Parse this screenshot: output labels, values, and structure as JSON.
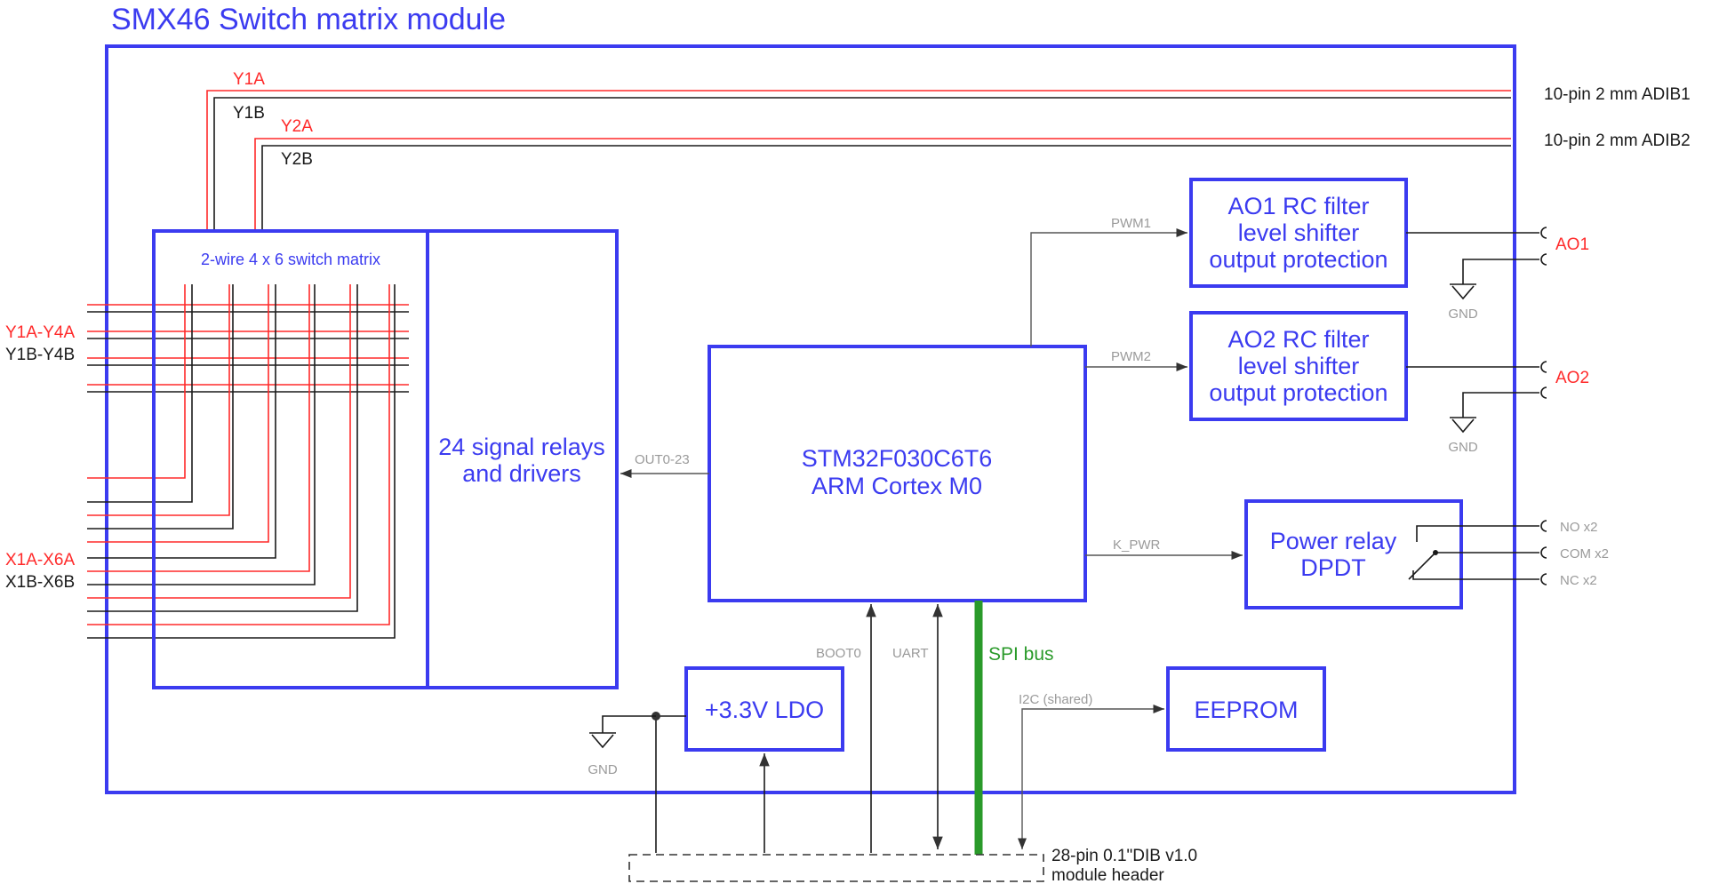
{
  "title": "SMX46 Switch matrix module",
  "blocks": {
    "matrix": "2-wire 4 x 6 switch matrix",
    "relays_line1": "24 signal relays",
    "relays_line2": "and drivers",
    "mcu_line1": "STM32F030C6T6",
    "mcu_line2": "ARM Cortex M0",
    "ao1": [
      "AO1 RC filter",
      "level shifter",
      "output protection"
    ],
    "ao2": [
      "AO2 RC filter",
      "level shifter",
      "output protection"
    ],
    "power_relay": [
      "Power relay",
      "DPDT"
    ],
    "ldo": "+3.3V LDO",
    "eeprom": "EEPROM"
  },
  "wires": {
    "y1a": "Y1A",
    "y1b": "Y1B",
    "y2a": "Y2A",
    "y2b": "Y2B",
    "y_in_a": "Y1A-Y4A",
    "y_in_b": "Y1B-Y4B",
    "x_in_a": "X1A-X6A",
    "x_in_b": "X1B-X6B"
  },
  "signals": {
    "pwm1": "PWM1",
    "pwm2": "PWM2",
    "out": "OUT0-23",
    "k_pwr": "K_PWR",
    "boot0": "BOOT0",
    "uart": "UART",
    "spi": "SPI bus",
    "i2c": "I2C (shared)"
  },
  "ports": {
    "adib1": "10-pin 2 mm ADIB1",
    "adib2": "10-pin 2 mm ADIB2",
    "ao1": "AO1",
    "ao2": "AO2",
    "no": "NO x2",
    "com": "COM x2",
    "nc": "NC x2",
    "gnd": "GND",
    "dib_line1": "28-pin 0.1\"DIB v1.0",
    "dib_line2": "module header"
  },
  "colors": {
    "block": "#3b3bf0",
    "wire_a": "#ff2a2a",
    "wire_b": "#1a1a1a",
    "spi": "#2a9a2a"
  }
}
